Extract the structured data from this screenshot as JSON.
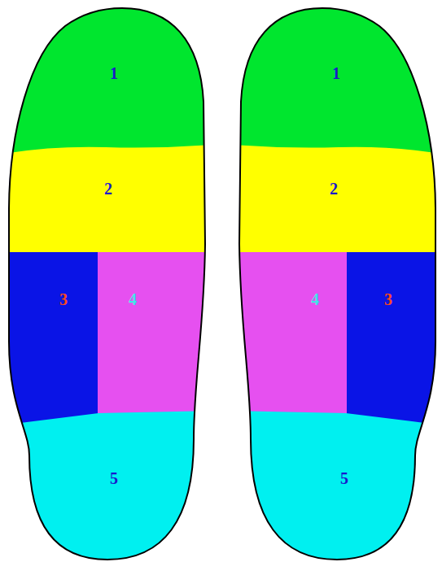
{
  "diagram": {
    "labels": [
      "1",
      "1",
      "2",
      "2",
      "3",
      "4",
      "4",
      "3",
      "5",
      "5"
    ]
  }
}
